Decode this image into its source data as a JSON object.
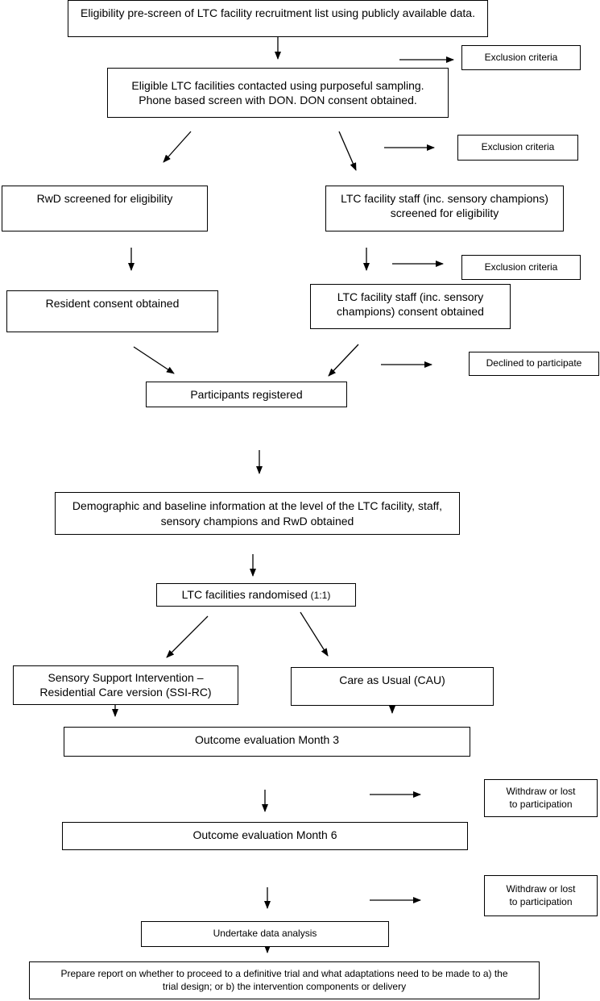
{
  "boxes": {
    "prescreen": "Eligibility pre-screen of LTC facility recruitment list using publicly available data.",
    "excl1": "Exclusion criteria",
    "contacted_l1": "Eligible LTC facilities contacted using purposeful sampling.",
    "contacted_l2": "Phone based screen with DON. DON consent obtained.",
    "excl2": "Exclusion criteria",
    "rwd_screened": "RwD screened for eligibility",
    "staff_screened_l1": "LTC facility staff (inc. sensory champions)",
    "staff_screened_l2": "screened for eligibility",
    "excl3": "Exclusion criteria",
    "resident_consent": "Resident consent obtained",
    "staff_consent_l1": "LTC facility staff (inc. sensory",
    "staff_consent_l2": "champions) consent obtained",
    "declined": "Declined to participate",
    "registered": "Participants registered",
    "demo_l1": "Demographic and baseline information at the level of the LTC facility, staff,",
    "demo_l2": "sensory champions and RwD obtained",
    "randomised": "LTC facilities randomised",
    "randomised_ratio": "(1:1)",
    "ssi_l1": "Sensory Support Intervention –",
    "ssi_l2": "Residential Care version (SSI-RC)",
    "cau": "Care as Usual (CAU)",
    "month3": "Outcome evaluation Month 3",
    "withdraw1_l1": "Withdraw or lost",
    "withdraw1_l2": "to participation",
    "month6": "Outcome evaluation Month 6",
    "withdraw2_l1": "Withdraw or lost",
    "withdraw2_l2": "to participation",
    "analysis": "Undertake data analysis",
    "report_l1": "Prepare report on whether to proceed to a definitive trial and what adaptations need to be made to a) the",
    "report_l2": "trial design; or b) the intervention components or delivery"
  }
}
